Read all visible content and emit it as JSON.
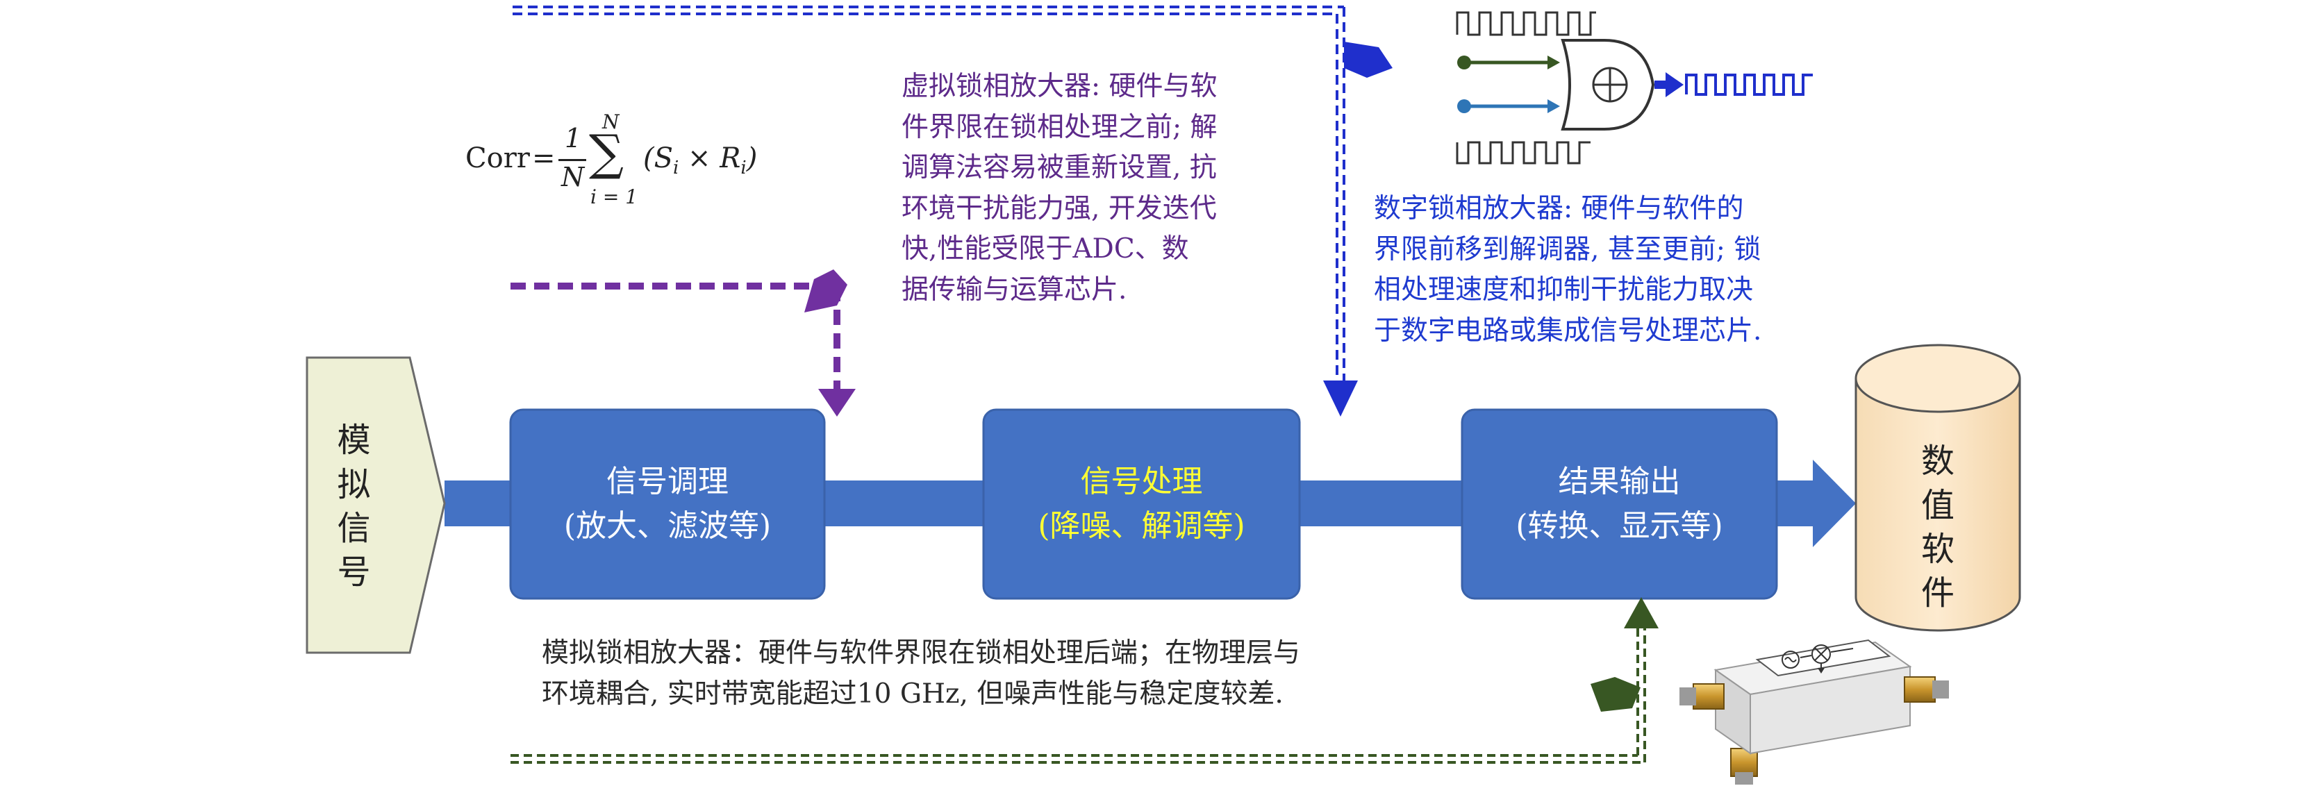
{
  "formula": {
    "lhs": "Corr",
    "equals": "=",
    "frac_num": "1",
    "frac_den": "N",
    "sum_upper": "N",
    "sum_lower": "i = 1",
    "sum_symbol": "∑",
    "body": "(S",
    "body_sub1": "i",
    "body_times": " × R",
    "body_sub2": "i",
    "body_close": ")"
  },
  "inputs": {
    "analog_signal_lines": [
      "模",
      "拟",
      "信",
      "号"
    ]
  },
  "outputs": {
    "digital_software_lines": [
      "数",
      "值",
      "软",
      "件"
    ]
  },
  "blocks": {
    "conditioning": {
      "title": "信号调理",
      "subtitle": "(放大、滤波等)"
    },
    "processing": {
      "title": "信号处理",
      "subtitle": "(降噪、解调等)"
    },
    "output": {
      "title": "结果输出",
      "subtitle": "(转换、显示等)"
    }
  },
  "notes": {
    "virtual": [
      "虚拟锁相放大器: 硬件与软",
      "件界限在锁相处理之前; 解",
      "调算法容易被重新设置, 抗",
      "环境干扰能力强, 开发迭代",
      "快,性能受限于ADC、数",
      "据传输与运算芯片."
    ],
    "digital": [
      "数字锁相放大器: 硬件与软件的",
      "界限前移到解调器, 甚至更前; 锁",
      "相处理速度和抑制干扰能力取决",
      "于数字电路或集成信号处理芯片."
    ],
    "analog": [
      "模拟锁相放大器：硬件与软件界限在锁相处理后端；在物理层与",
      "环境耦合, 实时带宽能超过10 GHz, 但噪声性能与稳定度较差."
    ]
  },
  "colors": {
    "block_fill": "#4472c4",
    "block_stroke": "#3a62aa",
    "processing_text": "#ffff33",
    "block_text": "#ffffff",
    "input_fill": "#eef0d6",
    "cylinder_fill": "#fdebd0",
    "purple": "#7030a0",
    "blue": "#1f2fcc",
    "green": "#385723",
    "arrow_fill": "#4472c4"
  },
  "icons": {
    "logic_gate": "xor-gate-icon",
    "hardware": "mixer-module-icon"
  }
}
